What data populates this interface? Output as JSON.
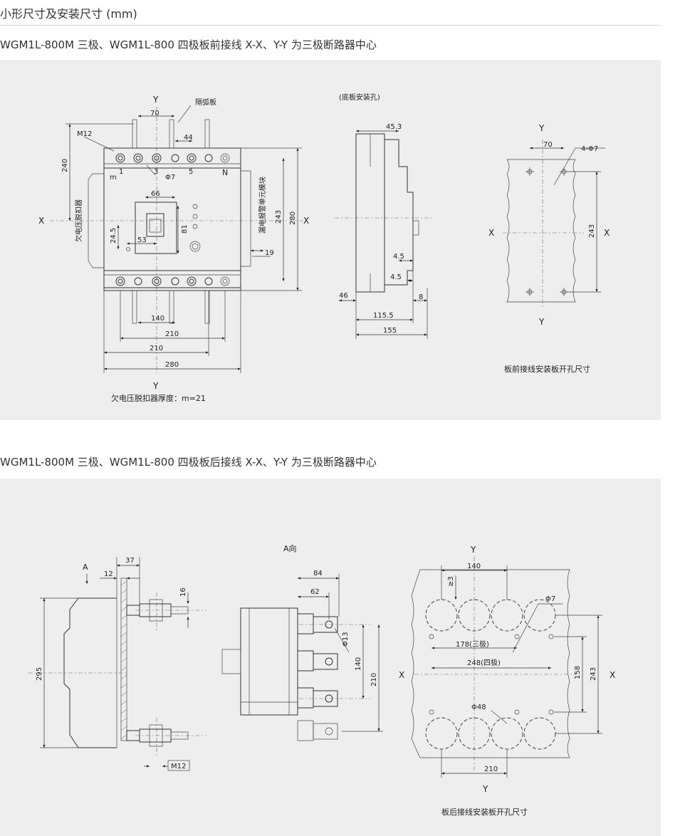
{
  "header": {
    "title": "小形尺寸及安装尺寸 (mm)"
  },
  "section1": {
    "subtitle": "WGM1L-800M 三极、WGM1L-800 四极板前接线 X-X、Y-Y 为三极断路器中心",
    "front": {
      "axis_y_top": "Y",
      "axis_y_bottom": "Y",
      "axis_x_left": "X",
      "axis_x_right": "X",
      "arc_plate": "隔弧板",
      "thread": "M12",
      "dim_70": "70",
      "dim_44": "44",
      "dim_240": "240",
      "m_label": "m",
      "pole_1": "1",
      "pole_3": "3",
      "pole_5": "5",
      "pole_n": "N",
      "phi7": "Φ7",
      "undervoltage": "欠电压脱扣器",
      "dim_66": "66",
      "dim_81": "81",
      "dim_245": "24.5",
      "dim_53": "53",
      "leakage": "漏电报警单元模块",
      "dim_243": "243",
      "dim_280v": "280",
      "dim_19": "19",
      "dim_140": "140",
      "dim_210a": "210",
      "dim_210b": "210",
      "dim_280h": "280",
      "note": "欠电压脱扣器厚度：m=21"
    },
    "side": {
      "title": "(底板安装孔)",
      "dim_453": "45.3",
      "dim_45a": "4.5",
      "dim_45b": "4.5",
      "dim_46": "46",
      "dim_8": "8",
      "dim_1155": "115.5",
      "dim_155": "155"
    },
    "panel_cut": {
      "axis_y_top": "Y",
      "axis_y_bottom": "Y",
      "axis_x_left": "X",
      "axis_x_right": "X",
      "dim_70": "70",
      "holes": "4-Φ7",
      "dim_243": "243",
      "caption": "板前接线安装板开孔尺寸"
    }
  },
  "section2": {
    "subtitle": "WGM1L-800M 三极、WGM1L-800 四极板后接线 X-X、Y-Y 为三极断路器中心",
    "side": {
      "label_a": "A",
      "dim_37": "37",
      "dim_12": "12",
      "dim_16": "16",
      "dim_295": "295",
      "thread": "M12"
    },
    "a_view": {
      "title": "A向",
      "dim_84": "84",
      "dim_62": "62",
      "phi13": "Φ13",
      "dim_140": "140",
      "dim_210": "210"
    },
    "panel_cut": {
      "axis_y_top": "Y",
      "axis_y_bottom": "Y",
      "axis_x_left": "X",
      "axis_x_right": "X",
      "dim_140": "140",
      "dim_ge3": "≥3",
      "phi7": "Φ7",
      "dim_178": "178(三极)",
      "dim_248": "248(四极)",
      "dim_158": "158",
      "dim_243": "243",
      "phi48": "Φ48",
      "dim_210": "210",
      "caption": "板后接线安装板开孔尺寸"
    }
  }
}
